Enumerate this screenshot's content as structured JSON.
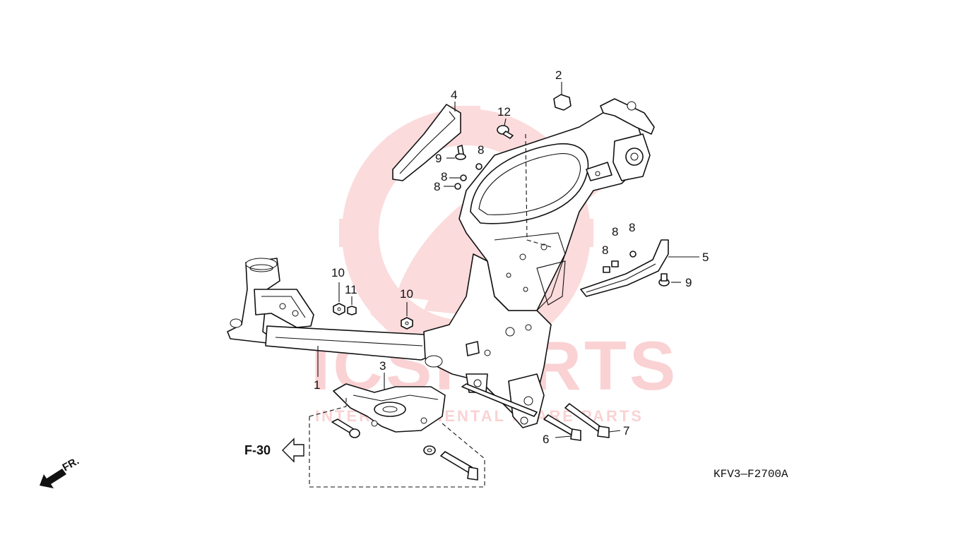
{
  "diagram": {
    "code": "KFV3—F2700A",
    "reference": "F-30",
    "direction": "FR."
  },
  "watermark": {
    "main_text": "ICSPARTS",
    "sub_text": "INTERCONTINENTAL SPARE PARTS",
    "color": "#e8262b"
  },
  "callouts": [
    {
      "id": "frame",
      "label": "1"
    },
    {
      "id": "nut-top",
      "label": "2"
    },
    {
      "id": "step-bracket",
      "label": "3"
    },
    {
      "id": "strip-left",
      "label": "4"
    },
    {
      "id": "strip-right",
      "label": "5"
    },
    {
      "id": "bolt-short",
      "label": "6"
    },
    {
      "id": "bolt-long",
      "label": "7"
    },
    {
      "id": "clip-a",
      "label": "8"
    },
    {
      "id": "clip-b",
      "label": "8"
    },
    {
      "id": "clip-c",
      "label": "8"
    },
    {
      "id": "clip-d",
      "label": "8"
    },
    {
      "id": "clip-e",
      "label": "8"
    },
    {
      "id": "clip-f",
      "label": "8"
    },
    {
      "id": "screw-left",
      "label": "9"
    },
    {
      "id": "screw-right",
      "label": "9"
    },
    {
      "id": "nut-10a",
      "label": "10"
    },
    {
      "id": "nut-10b",
      "label": "10"
    },
    {
      "id": "nut-11",
      "label": "11"
    },
    {
      "id": "grommet",
      "label": "12"
    }
  ]
}
